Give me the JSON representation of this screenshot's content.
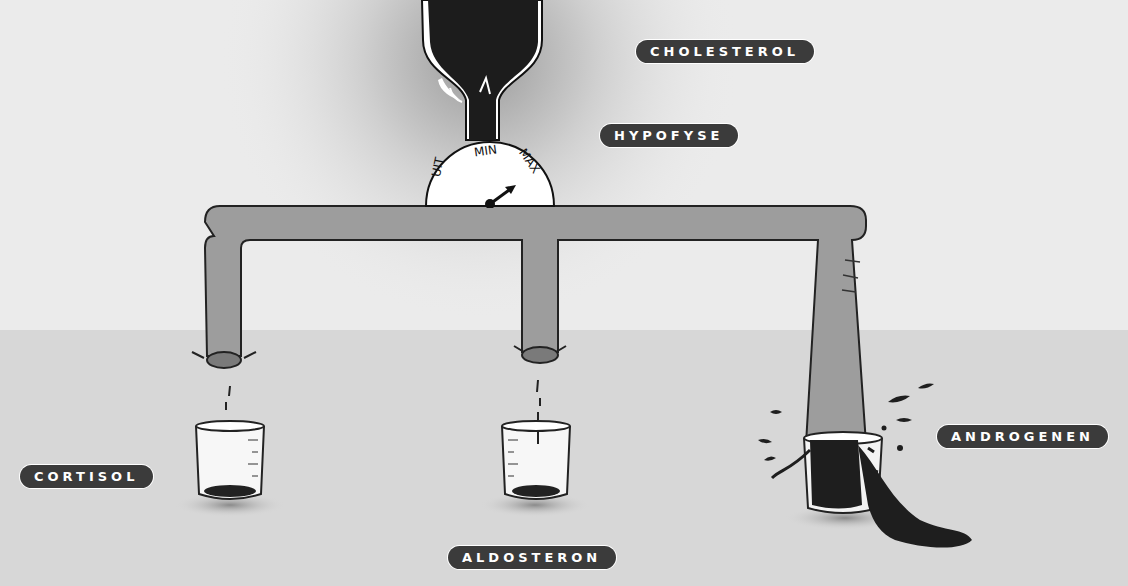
{
  "diagram": {
    "nodes": [
      {
        "text": [
          "CHOLESTEROL"
        ]
      },
      {
        "text": [
          "UIT",
          "MIN",
          "MAX"
        ]
      },
      {
        "text": [
          "HYPOFYSE"
        ]
      },
      {
        "text": [
          "CORTISOL"
        ]
      },
      {
        "text": [
          "ALDOSTERON"
        ]
      },
      {
        "text": [
          "ANDROGENEN"
        ]
      }
    ]
  }
}
